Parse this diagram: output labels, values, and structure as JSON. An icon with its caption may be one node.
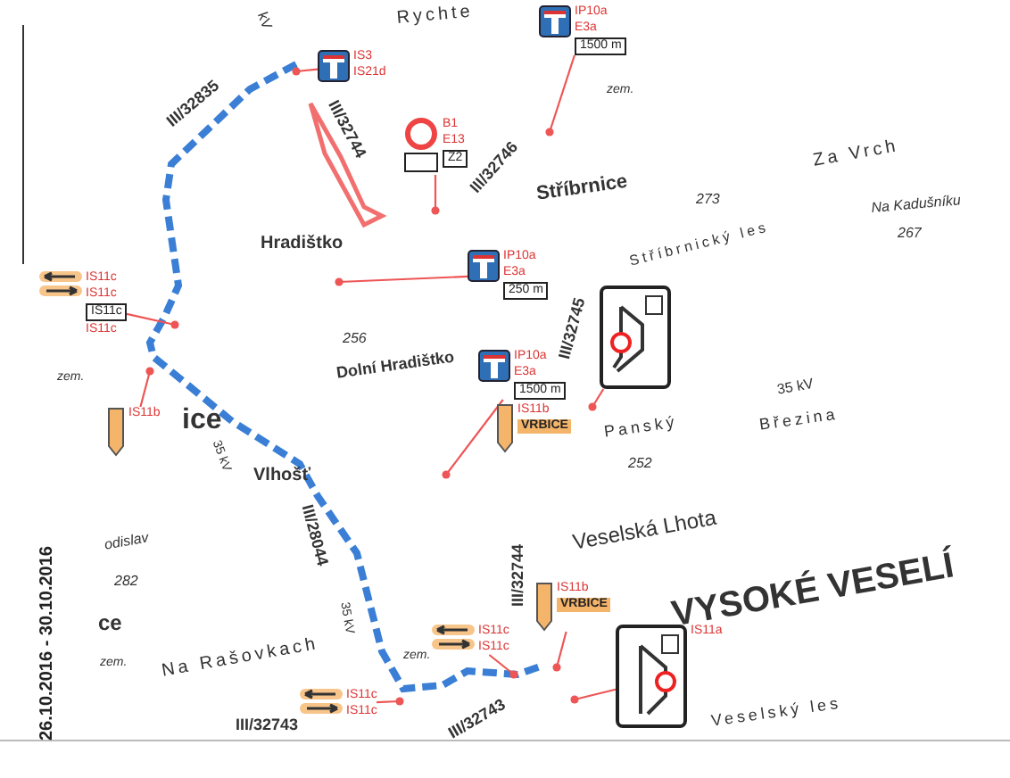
{
  "diagram": {
    "nodes": [
      {
        "text": [
          "IS3",
          "IS21d"
        ]
      },
      {
        "text": [
          "IP10a",
          "E3a",
          "1500 m"
        ]
      },
      {
        "text": [
          "B1",
          "E13",
          "Z2"
        ]
      },
      {
        "text": [
          "IP10a",
          "E3a",
          "250 m"
        ]
      },
      {
        "text": [
          "IS11c",
          "IS11c",
          "IS11c",
          "IS11c"
        ]
      },
      {
        "text": [
          "IS11b"
        ]
      },
      {
        "text": [
          "IP10a",
          "E3a",
          "1500 m"
        ]
      },
      {
        "text": [],
        "shape": "picture"
      },
      {
        "text": [
          "IS11b",
          "VRBICE"
        ]
      },
      {
        "text": [
          "IS11b",
          "VRBICE"
        ]
      },
      {
        "text": [
          "IS11a"
        ]
      },
      {
        "text": [
          "IS11c",
          "IS11c"
        ]
      },
      {
        "text": [
          "IS11c",
          "IS11c"
        ]
      }
    ],
    "edges": [
      {
        "from": 0,
        "to": null,
        "arrow": "other"
      },
      {
        "from": 1,
        "to": null,
        "arrow": "other"
      },
      {
        "from": 2,
        "to": null,
        "arrow": "other"
      },
      {
        "from": 3,
        "to": null,
        "arrow": "other"
      },
      {
        "from": 4,
        "to": null,
        "arrow": "other"
      },
      {
        "from": 5,
        "to": null,
        "arrow": "other"
      },
      {
        "from": 6,
        "to": null,
        "arrow": "other"
      },
      {
        "from": 7,
        "to": null,
        "arrow": "other"
      },
      {
        "from": 9,
        "to": null,
        "arrow": "other"
      },
      {
        "from": 10,
        "to": null,
        "arrow": "other"
      },
      {
        "from": 11,
        "to": null,
        "arrow": "other"
      },
      {
        "from": 12,
        "to": null,
        "arrow": "other"
      }
    ],
    "labels": [
      "kV",
      "Rychte",
      "III/32835",
      "III/32744",
      "III/32746",
      "zem.",
      "Hradištko",
      "Stříbrnice",
      "Za Vrch",
      "273",
      "Na Kadušníku",
      "267",
      "Stříbrnický les",
      "III/32745",
      "256",
      "Dolní Hradištko",
      "zem.",
      "ice",
      "35 kV",
      "Vlhošť",
      "Panský",
      "252",
      "35 kV",
      "Březina",
      "III/28044",
      "Veselská Lhota",
      "III/32744",
      "VYSOKÉ VESELÍ",
      "odislav",
      "282",
      "ce",
      "zem.",
      "Na Rašovkach",
      "35 kV",
      "zem.",
      "III/32743",
      "III/32743",
      "Veselský les",
      "26.10.2016 - 30.10.2016"
    ]
  }
}
